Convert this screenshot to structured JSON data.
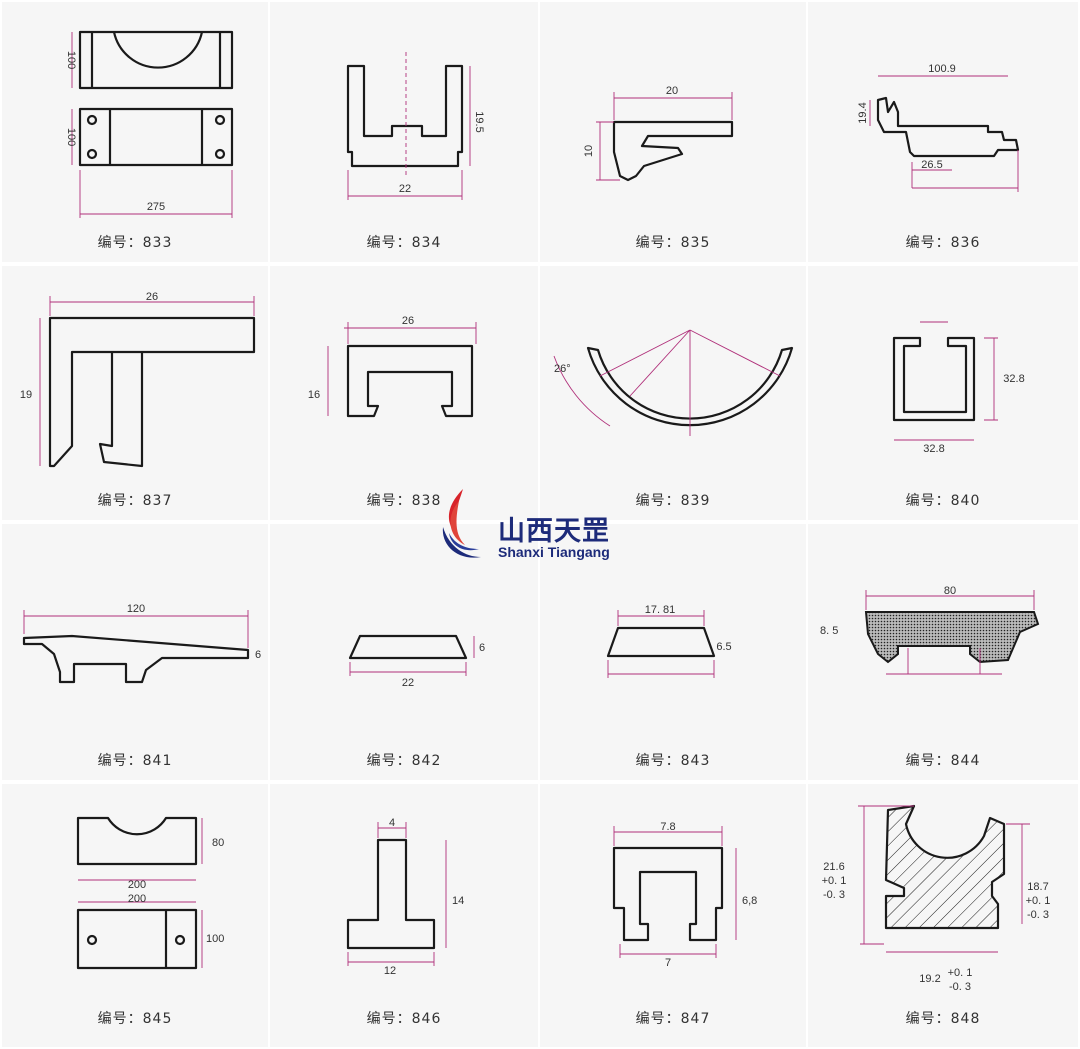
{
  "caption_prefix": "编号：",
  "logo": {
    "name_cn": "山西天罡",
    "name_en": "Shanxi Tiangang"
  },
  "colors": {
    "cell_bg": "#f6f6f6",
    "dimension_line": "#b0307a",
    "outline": "#1a1a1a",
    "logo_blue": "#1d2b7a",
    "logo_red": "#d8232a"
  },
  "cells": [
    {
      "number": "833",
      "dims": [
        "100",
        "100",
        "275"
      ]
    },
    {
      "number": "834",
      "dims": [
        "19.5",
        "22"
      ]
    },
    {
      "number": "835",
      "dims": [
        "20",
        "10"
      ]
    },
    {
      "number": "836",
      "dims": [
        "100.9",
        "19.4",
        "26.5"
      ]
    },
    {
      "number": "837",
      "dims": [
        "26",
        "19"
      ]
    },
    {
      "number": "838",
      "dims": [
        "26",
        "16"
      ]
    },
    {
      "number": "839",
      "dims": [
        "26°"
      ]
    },
    {
      "number": "840",
      "dims": [
        "32.8",
        "32.8"
      ]
    },
    {
      "number": "841",
      "dims": [
        "120",
        "6"
      ]
    },
    {
      "number": "842",
      "dims": [
        "6",
        "22"
      ]
    },
    {
      "number": "843",
      "dims": [
        "17. 81",
        "6.5"
      ]
    },
    {
      "number": "844",
      "dims": [
        "80",
        "8. 5"
      ]
    },
    {
      "number": "845",
      "dims": [
        "80",
        "200",
        "200",
        "100"
      ]
    },
    {
      "number": "846",
      "dims": [
        "4",
        "14",
        "12"
      ]
    },
    {
      "number": "847",
      "dims": [
        "7.8",
        "6,8",
        "7"
      ]
    },
    {
      "number": "848",
      "dims": [
        "21.6",
        "+0. 1",
        "-0. 3",
        "18.7",
        "+0. 1",
        "-0. 3",
        "19.2",
        "+0. 1",
        "-0. 3"
      ]
    }
  ]
}
